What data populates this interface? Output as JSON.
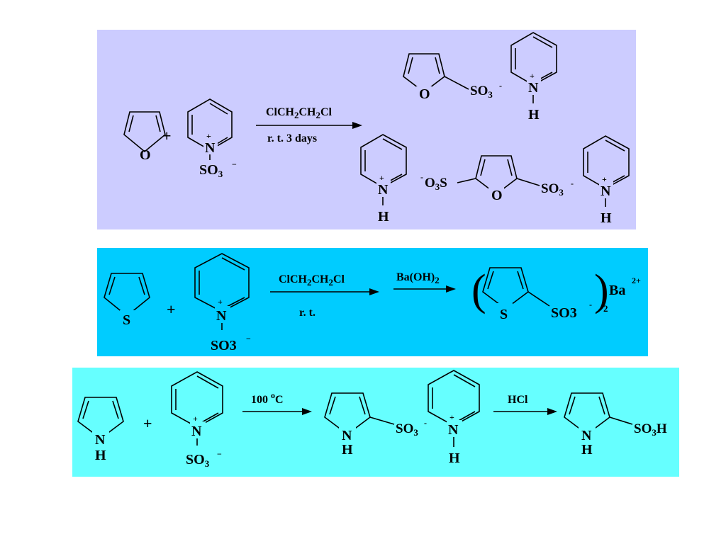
{
  "colors": {
    "panel1": "#ccccff",
    "panel2": "#00ccff",
    "panel3": "#66ffff",
    "ink": "#000000"
  },
  "symbols": {
    "plus": "+",
    "O": "O",
    "S": "S",
    "N": "N",
    "H": "H",
    "SO": "SO",
    "three": "3",
    "minus": "-",
    "minusLong": "−",
    "plusCharge": "+",
    "O3S": "O",
    "O3S_s": "S",
    "paren_open": "(",
    "paren_close": ")",
    "Ba": "Ba",
    "two": "2",
    "twoPlus": "2+"
  },
  "reactions": [
    {
      "conditions_above": {
        "a": "ClCH",
        "b": "CH",
        "c": "Cl"
      },
      "conditions_below": "r. t. 3 days"
    },
    {
      "conditions_above": {
        "a": "ClCH",
        "b": "CH",
        "c": "Cl"
      },
      "conditions_below": "r. t.",
      "reagent2": {
        "a": "Ba(OH)",
        "b": "2"
      }
    },
    {
      "conditions_above": {
        "a": "100 ",
        "b": "o",
        "c": "C"
      },
      "reagent2": "HCl"
    }
  ]
}
